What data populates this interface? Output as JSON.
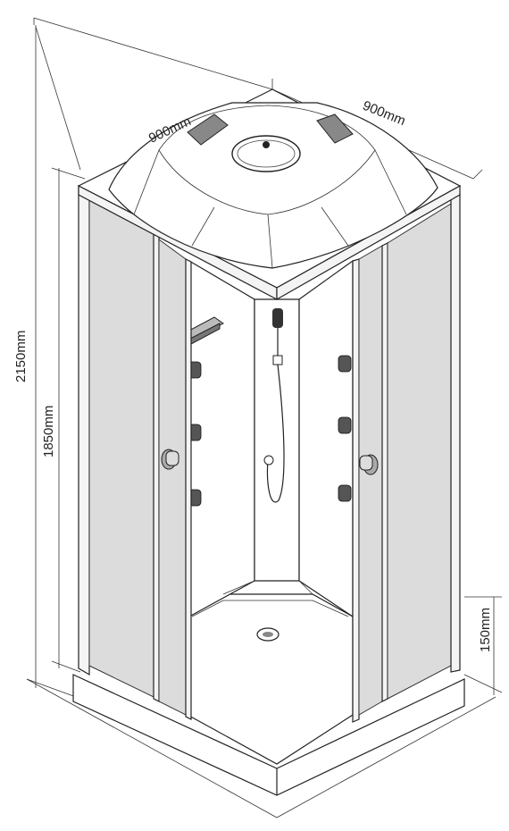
{
  "dimensions": {
    "width_left": "900mm",
    "width_right": "900mm",
    "total_height": "2150mm",
    "cabin_height": "1850mm",
    "tray_height": "150mm"
  }
}
